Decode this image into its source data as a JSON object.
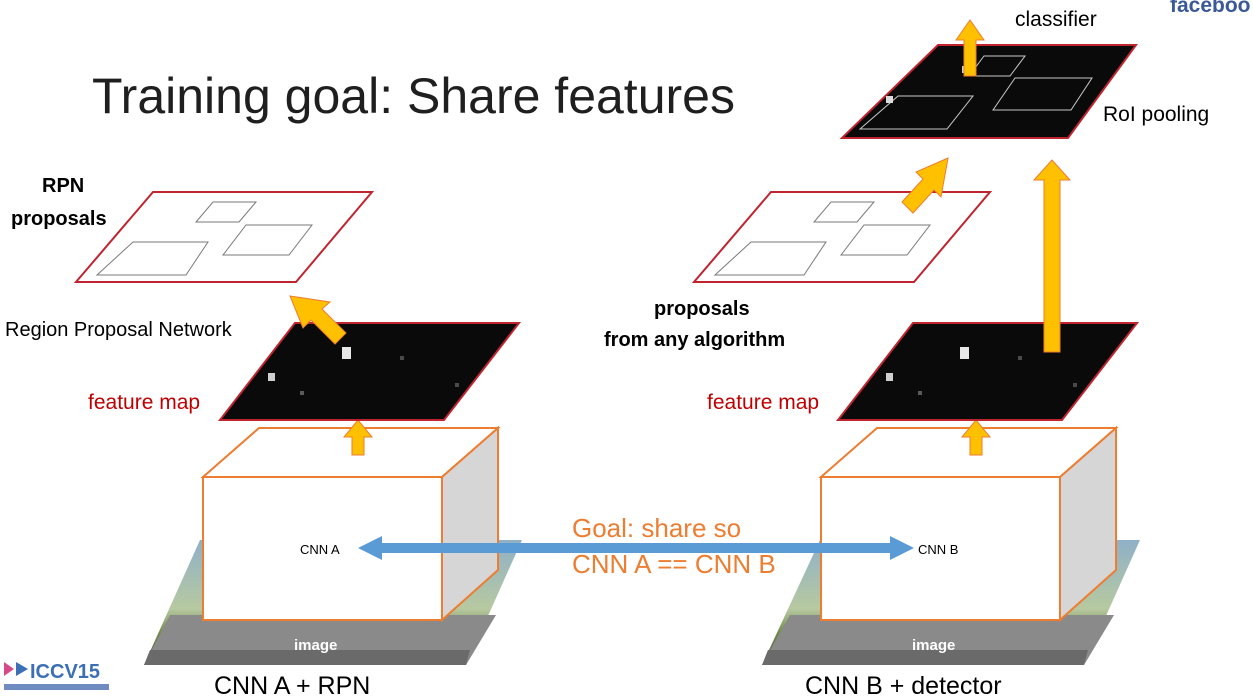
{
  "slide": {
    "title": "Training goal: Share features",
    "brand": "faceboo",
    "conference_logo": "ICCV15"
  },
  "left": {
    "proposals_label_line1": "RPN",
    "proposals_label_line2": "proposals",
    "rpn_label": "Region Proposal Network",
    "feature_map_label": "feature map",
    "cnn_label": "CNN A",
    "image_label": "image",
    "caption": "CNN A + RPN"
  },
  "right": {
    "classifier_label": "classifier",
    "roi_label": "RoI pooling",
    "proposals_label_line1": "proposals",
    "proposals_label_line2": "from any algorithm",
    "feature_map_label": "feature map",
    "cnn_label": "CNN B",
    "image_label": "image",
    "caption": "CNN B + detector"
  },
  "goal": {
    "line1": "Goal: share so",
    "line2": "CNN A == CNN B"
  },
  "colors": {
    "arrow_fill": "#FFC000",
    "plane_border": "#C0242F",
    "box_border": "#ED7D31",
    "label_red": "#C00000",
    "goal_orange": "#ED7D31",
    "double_arrow": "#5B9BD5",
    "brand_blue": "#3B5998"
  }
}
